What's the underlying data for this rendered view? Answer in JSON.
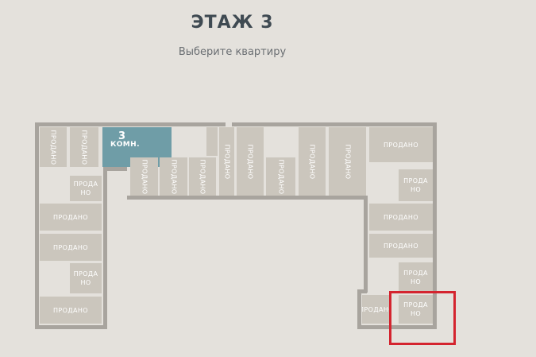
{
  "header": {
    "title": "ЭТАЖ 3",
    "subtitle": "Выберите квартиру"
  },
  "plan": {
    "sold_label": "ПРОДАНО",
    "sold_label_split": "ПРОДА НО",
    "available": {
      "rooms": "3",
      "unit": "КОМН."
    }
  },
  "colors": {
    "background": "#e4e1dc",
    "sold": "#cbc6bd",
    "available": "#6f9da7",
    "walls": "#a8a49e",
    "highlight": "#d4242f",
    "title": "#3f4a52"
  }
}
